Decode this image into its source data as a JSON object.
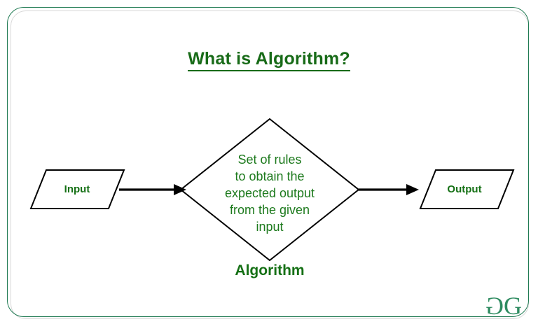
{
  "page": {
    "title": "What is Algorithm?",
    "background_color": "#ffffff",
    "frame_border_color": "#1f7a52",
    "frame_inner_color": "#d8d8d8",
    "accent_green": "#186b18",
    "text_green": "#1d7a1d",
    "logo_green": "#2e8b60",
    "stroke_black": "#000000"
  },
  "diagram": {
    "type": "flowchart",
    "nodes": [
      {
        "id": "input",
        "shape": "parallelogram",
        "label": "Input",
        "role": "input-node"
      },
      {
        "id": "algorithm",
        "shape": "diamond",
        "label_lines": [
          "Set of rules",
          "to obtain the",
          "expected output",
          "from the given",
          "input"
        ],
        "caption": "Algorithm",
        "role": "process-node"
      },
      {
        "id": "output",
        "shape": "parallelogram",
        "label": "Output",
        "role": "output-node"
      }
    ],
    "edges": [
      {
        "from": "input",
        "to": "algorithm",
        "style": "solid-arrow"
      },
      {
        "from": "algorithm",
        "to": "output",
        "style": "solid-arrow"
      }
    ]
  },
  "logo": {
    "name": "GeeksforGeeks",
    "mark_left": "G",
    "mark_right": "G"
  }
}
